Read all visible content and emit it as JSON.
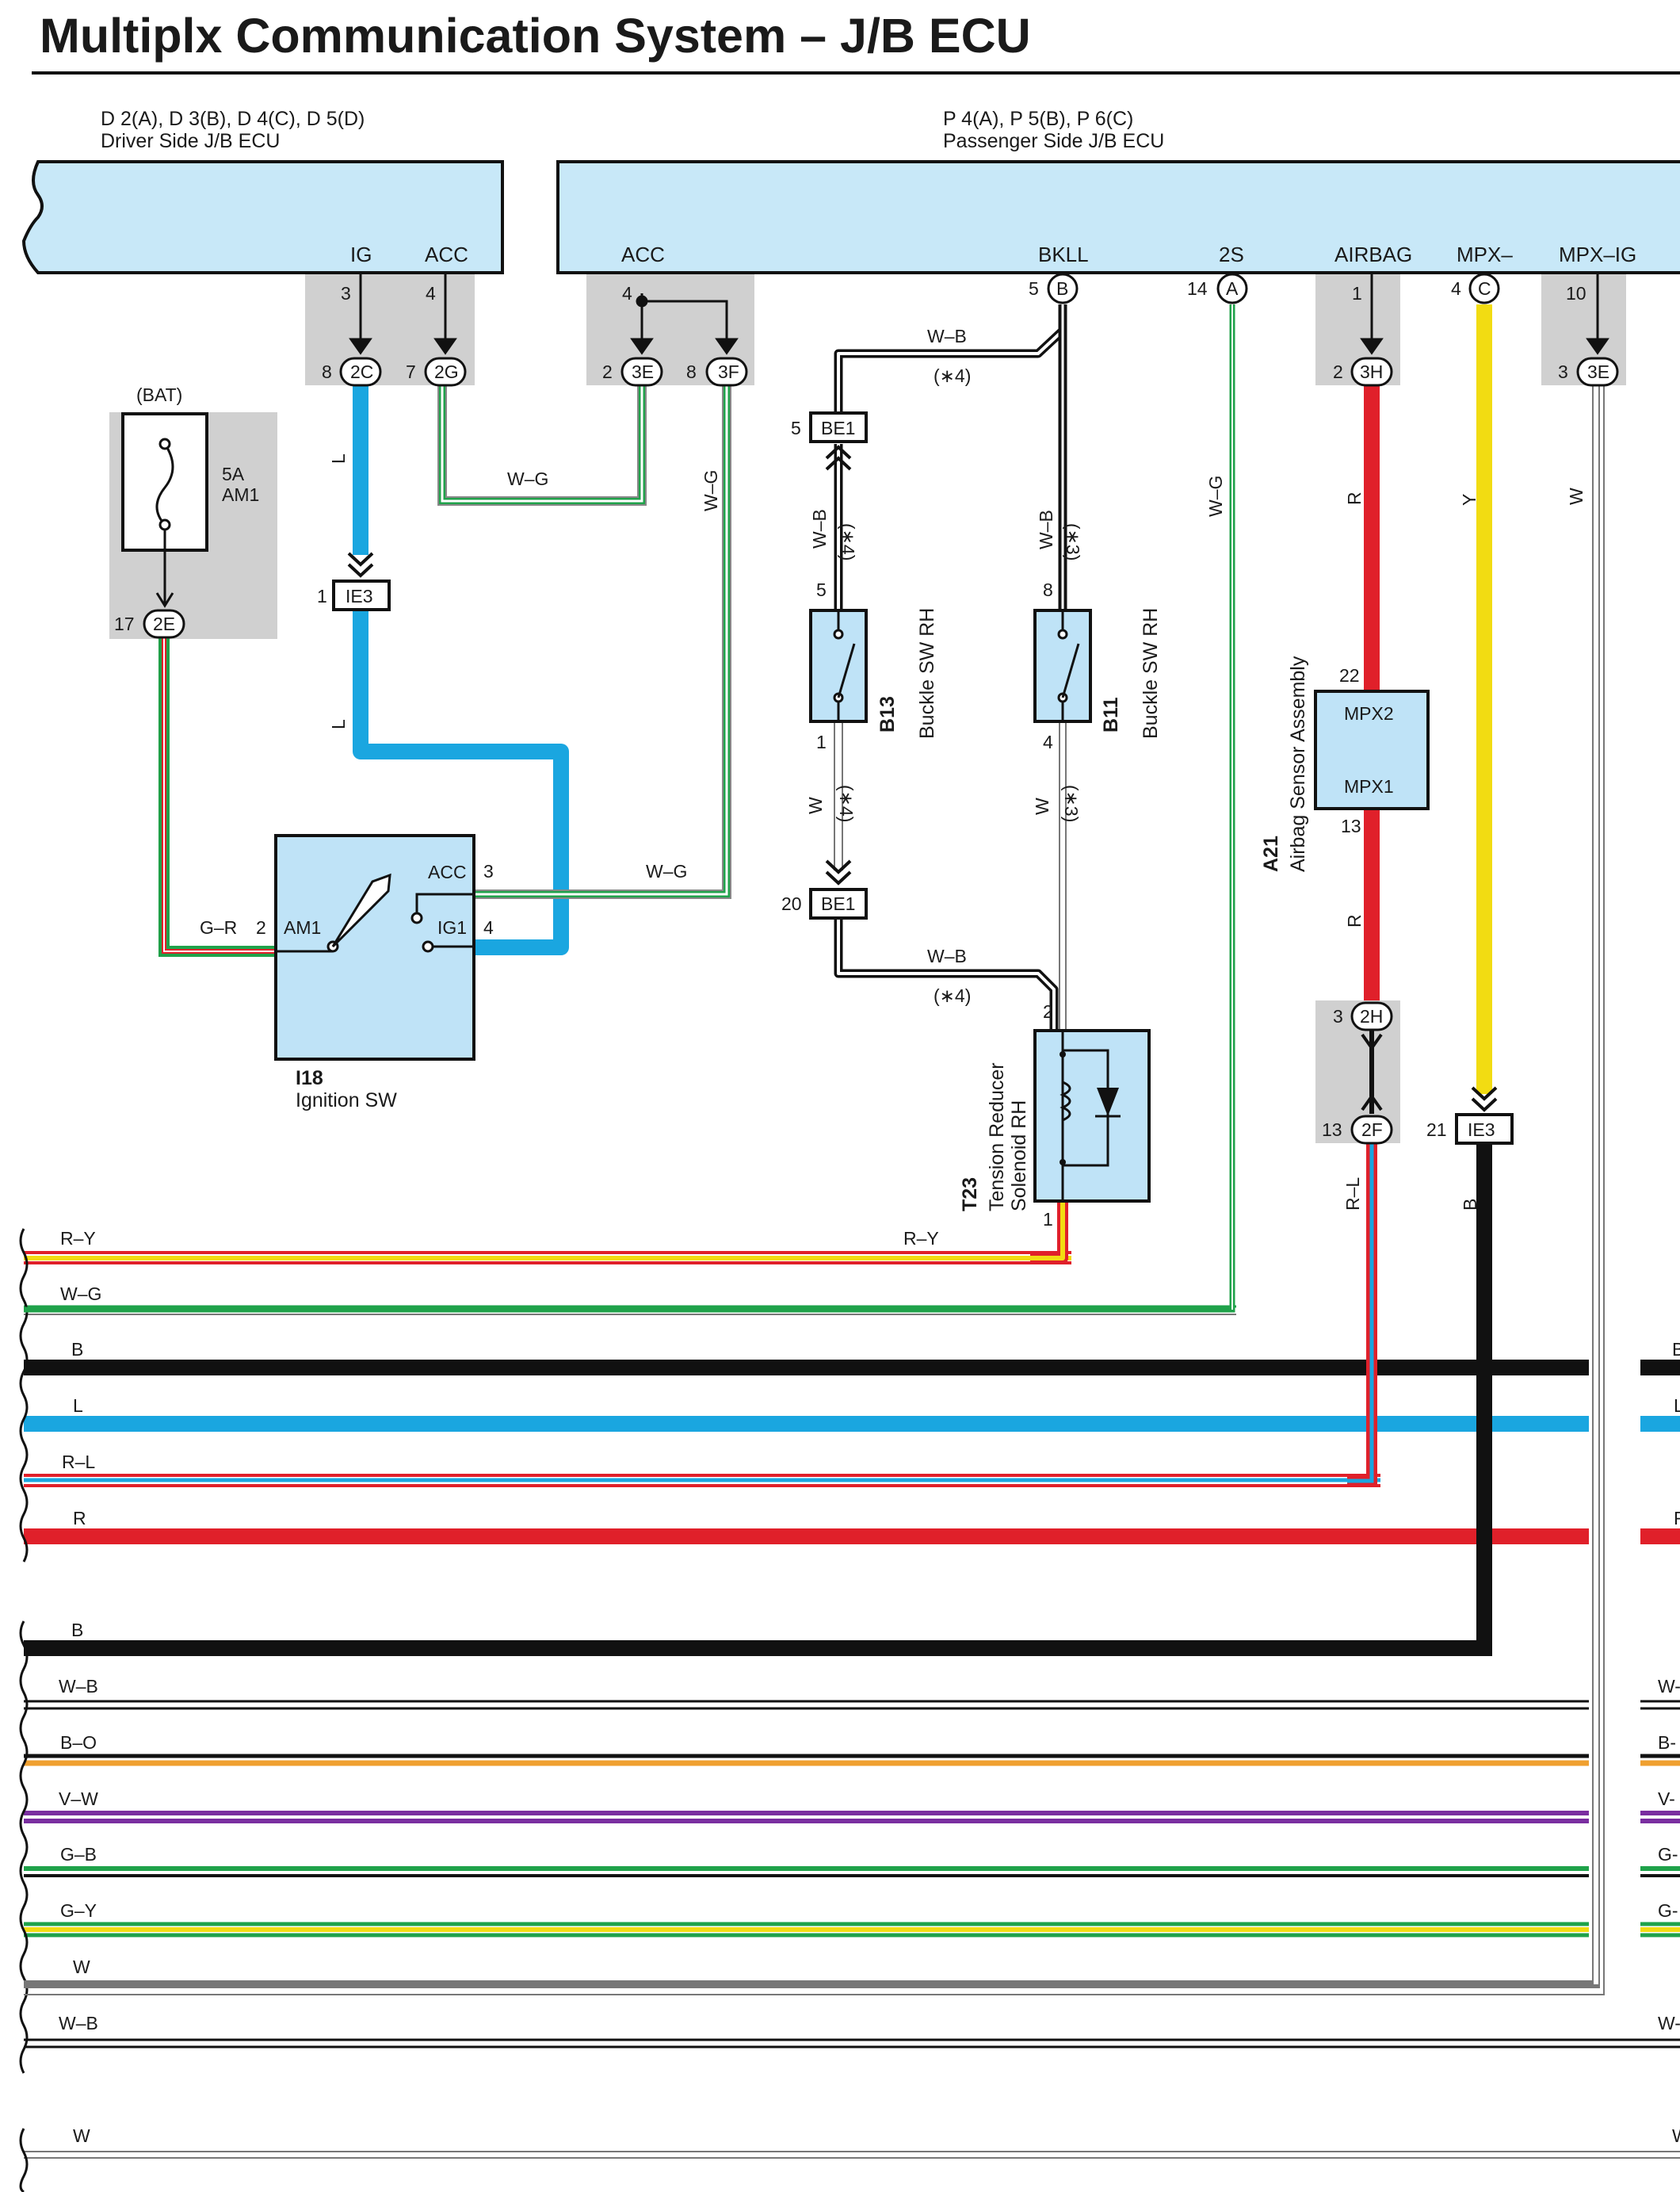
{
  "title": "Multiplx Communication System – J/B ECU",
  "ecu_left": {
    "code": "D 2(A), D 3(B), D 4(C), D 5(D)",
    "name": "Driver Side J/B ECU",
    "pin_ig": "IG",
    "pin_acc": "ACC"
  },
  "ecu_right": {
    "code": "P 4(A), P 5(B), P 6(C)",
    "name": "Passenger Side J/B ECU",
    "pin_acc": "ACC",
    "pin_bkll": "BKLL",
    "pin_2s": "2S",
    "pin_airbag": "AIRBAG",
    "pin_mpxm": "MPX–",
    "pin_mpxig": "MPX–IG"
  },
  "connectors": {
    "c2c": "2C",
    "c2g": "2G",
    "c3e": "3E",
    "c3f": "3F",
    "c2e": "2E",
    "ie3": "IE3",
    "be1": "BE1",
    "pB": "B",
    "pA": "A",
    "c3h": "3H",
    "pC": "C",
    "c2h": "2H",
    "c2f": "2F"
  },
  "pins": {
    "p3": "3",
    "p4": "4",
    "p8": "8",
    "p7": "7",
    "p2": "2",
    "p5": "5",
    "p14": "14",
    "p1": "1",
    "p10": "10",
    "p17": "17",
    "p20": "20",
    "p22": "22",
    "p13": "13",
    "p21": "21"
  },
  "fuse": {
    "bat": "(BAT)",
    "rating": "5A",
    "name": "AM1"
  },
  "ignition": {
    "code": "I18",
    "name": "Ignition SW",
    "acc": "ACC",
    "ig1": "IG1",
    "am1": "AM1"
  },
  "buckle_b13": {
    "code": "B13",
    "name": "Buckle SW RH"
  },
  "buckle_b11": {
    "code": "B11",
    "name": "Buckle SW RH"
  },
  "solenoid": {
    "code": "T23",
    "name1": "Tension Reducer",
    "name2": "Solenoid RH"
  },
  "airbag": {
    "code": "A21",
    "name": "Airbag Sensor Assembly",
    "mpx2": "MPX2",
    "mpx1": "MPX1"
  },
  "notes": {
    "n3": "(∗3)",
    "n4": "(∗4)"
  },
  "wire_colors": {
    "L": "L",
    "WG": "W–G",
    "WB": "W–B",
    "W": "W",
    "GR": "G–R",
    "R": "R",
    "Y": "Y",
    "RL": "R–L",
    "B": "B",
    "RY": "R–Y"
  },
  "bus_wires": [
    {
      "label": "R–Y",
      "right": ""
    },
    {
      "label": "W–G",
      "right": ""
    },
    {
      "label": "B",
      "right": "B"
    },
    {
      "label": "L",
      "right": "L"
    },
    {
      "label": "R–L",
      "right": ""
    },
    {
      "label": "R",
      "right": "R"
    },
    {
      "label": "B",
      "right": ""
    },
    {
      "label": "W–B",
      "right": "W-"
    },
    {
      "label": "B–O",
      "right": "B-"
    },
    {
      "label": "V–W",
      "right": "V-"
    },
    {
      "label": "G–B",
      "right": "G-"
    },
    {
      "label": "G–Y",
      "right": "G-"
    },
    {
      "label": "W",
      "right": ""
    },
    {
      "label": "W–B",
      "right": "W-"
    },
    {
      "label": "W",
      "right": "W"
    }
  ],
  "palette": {
    "ecu_fill": "#c8e8f8",
    "comp_fill": "#bfe3f7",
    "shade": "#d0d0d0",
    "blue": "#1aa6e0",
    "red": "#e0202a",
    "yellow": "#f2dc12",
    "green": "#1fa24a",
    "orange": "#f0a030",
    "purple": "#7a2ea0",
    "black": "#111111"
  }
}
